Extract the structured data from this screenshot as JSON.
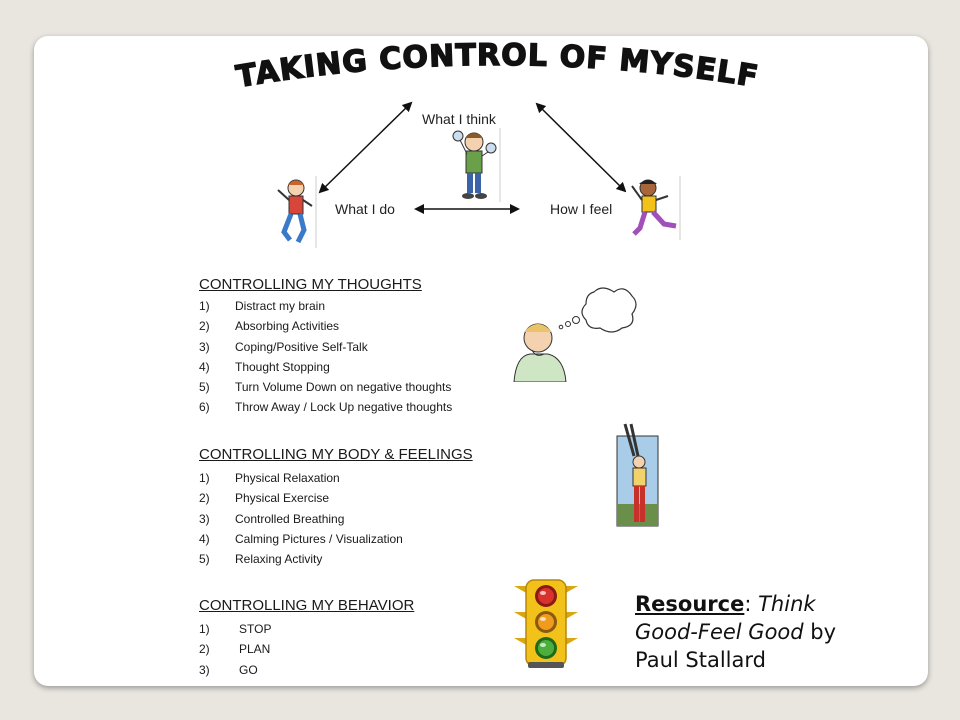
{
  "title": "TAKING CONTROL OF MYSELF",
  "diagram": {
    "think": "What I think",
    "do": "What I do",
    "feel": "How I feel"
  },
  "sections": [
    {
      "heading": "CONTROLLING MY THOUGHTS",
      "items": [
        {
          "num": "1)",
          "text": "Distract my brain"
        },
        {
          "num": "2)",
          "text": "Absorbing Activities"
        },
        {
          "num": "3)",
          "text": "Coping/Positive Self-Talk"
        },
        {
          "num": "4)",
          "text": "Thought Stopping"
        },
        {
          "num": "5)",
          "text": "Turn Volume Down on negative thoughts"
        },
        {
          "num": "6)",
          "text": "Throw Away / Lock Up negative thoughts"
        }
      ]
    },
    {
      "heading": "CONTROLLING MY BODY & FEELINGS",
      "items": [
        {
          "num": "1)",
          "text": "Physical Relaxation"
        },
        {
          "num": "2)",
          "text": "Physical Exercise"
        },
        {
          "num": "3)",
          "text": "Controlled Breathing"
        },
        {
          "num": "4)",
          "text": "Calming Pictures /  Visualization"
        },
        {
          "num": "5)",
          "text": "Relaxing Activity"
        }
      ]
    },
    {
      "heading": "CONTROLLING MY BEHAVIOR",
      "items": [
        {
          "num": "1)",
          "text": "STOP"
        },
        {
          "num": "2)",
          "text": "PLAN"
        },
        {
          "num": "3)",
          "text": "GO"
        }
      ]
    }
  ],
  "resource": {
    "label": "Resource",
    "colon": ": ",
    "book": "Think Good-Feel Good",
    "by": " by Paul Stallard"
  },
  "colors": {
    "background": "#e9e6e0",
    "slide": "#ffffff",
    "traffic_light_body": "#f2c21b",
    "red_lamp": "#d8322c",
    "amber_lamp": "#f09a1e",
    "green_lamp": "#4cae3c"
  },
  "icons": [
    "thinking-boy-icon",
    "running-boy-icon",
    "dancing-girl-icon",
    "thinking-man-icon",
    "thought-bubble-icon",
    "stretching-man-icon",
    "traffic-light-icon"
  ]
}
